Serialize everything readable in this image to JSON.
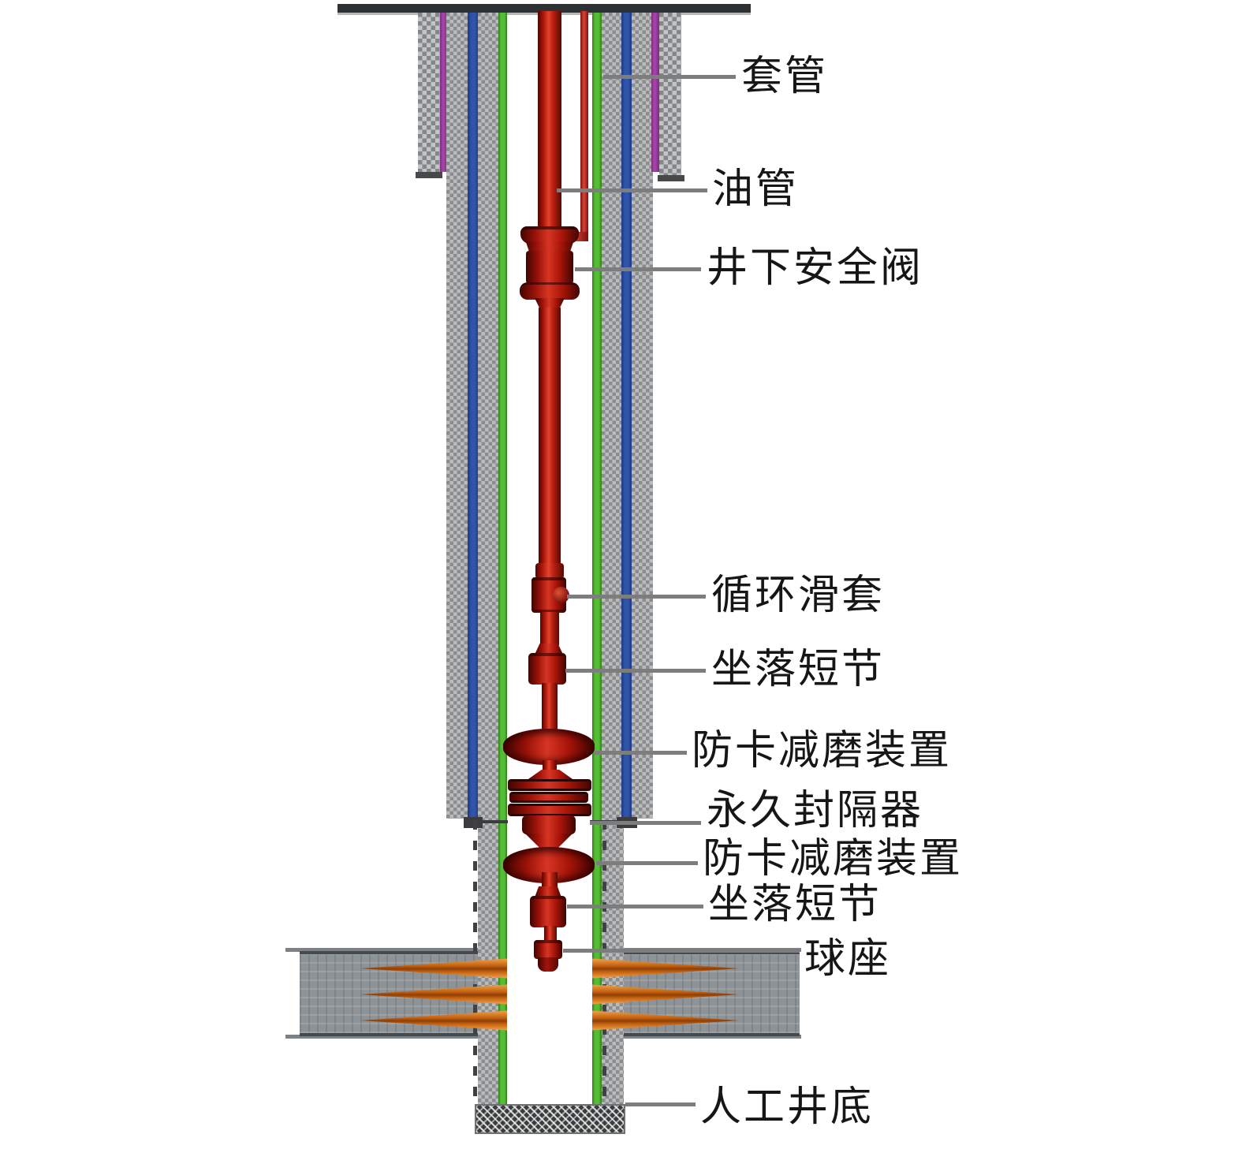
{
  "figure": {
    "description": "oil well completion string schematic",
    "labels": [
      {
        "id": "casing",
        "text": "套管"
      },
      {
        "id": "tubing",
        "text": "油管"
      },
      {
        "id": "downhole-safety-valve",
        "text": "井下安全阀"
      },
      {
        "id": "circulation-sliding-sleeve",
        "text": "循环滑套"
      },
      {
        "id": "landing-nipple-upper",
        "text": "坐落短节"
      },
      {
        "id": "anti-stick-wear-device-upper",
        "text": "防卡减磨装置"
      },
      {
        "id": "permanent-packer",
        "text": "永久封隔器"
      },
      {
        "id": "anti-stick-wear-device-lower",
        "text": "防卡减磨装置"
      },
      {
        "id": "landing-nipple-lower",
        "text": "坐落短节"
      },
      {
        "id": "ball-seat",
        "text": "球座"
      },
      {
        "id": "artificial-bottom-hole",
        "text": "人工井底"
      }
    ],
    "colors": {
      "tubing_red": "#c02212",
      "casing_blue": "#2f55ab",
      "liner_green": "#55bd34",
      "surface_casing_purple": "#a846ab",
      "cement_gray": "#98999b",
      "formation_gray": "#8e9397",
      "perforation_orange": "#c2600f",
      "leader_gray": "#7d7d7d",
      "surface_black": "#2e3134"
    }
  }
}
